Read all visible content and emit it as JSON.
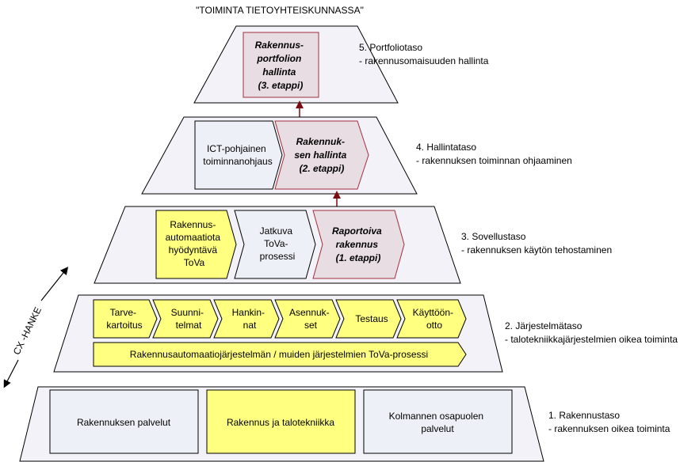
{
  "title": "\"TOIMINTA TIETOYHTEISKUNNASSA\"",
  "colors": {
    "trapezoid_fill": "#f2f2f8",
    "box_gray": "#eef0f7",
    "box_yellow": "#ffff80",
    "box_rose": "#e8dde2",
    "rose_stroke": "#a0303a",
    "arrow": "#7b0a12",
    "outline": "#000000"
  },
  "tiers": [
    {
      "level_label": "5. Portfoliotaso",
      "level_desc": "- rakennusomaisuuden hallinta",
      "boxes": [
        {
          "lines": [
            "Rakennus-",
            "portfolion",
            "hallinta",
            "(3. etappi)"
          ]
        }
      ]
    },
    {
      "level_label": "4. Hallintataso",
      "level_desc": "- rakennuksen toiminnan ohjaaminen",
      "boxes": [
        {
          "lines": [
            "ICT-pohjainen",
            "toiminnanohjaus"
          ]
        },
        {
          "lines": [
            "Rakennuk-",
            "sen hallinta",
            "(2. etappi)"
          ]
        }
      ]
    },
    {
      "level_label": "3. Sovellustaso",
      "level_desc": "- rakennuksen käytön tehostaminen",
      "boxes": [
        {
          "lines": [
            "Rakennus-",
            "automaatiota",
            "hyödyntävä",
            "ToVa"
          ]
        },
        {
          "lines": [
            "Jatkuva",
            "ToVa-",
            "prosessi"
          ]
        },
        {
          "lines": [
            "Raportoiva",
            "rakennus",
            "(1. etappi)"
          ]
        }
      ]
    },
    {
      "level_label": "2. Järjestelmätaso",
      "level_desc": "- talotekniikkajärjestelmien oikea toiminta",
      "chevrons": [
        {
          "lines": [
            "Tarve-",
            "kartoitus"
          ]
        },
        {
          "lines": [
            "Suunni-",
            "telmat"
          ]
        },
        {
          "lines": [
            "Hankin-",
            "nat"
          ]
        },
        {
          "lines": [
            "Asennuk-",
            "set"
          ]
        },
        {
          "lines": [
            "Testaus"
          ]
        },
        {
          "lines": [
            "Käyttöön-",
            "otto"
          ]
        }
      ],
      "process_bar": "Rakennusautomaatiojärjestelmän / muiden järjestelmien ToVa-prosessi"
    },
    {
      "level_label": "1. Rakennustaso",
      "level_desc": "- rakennuksen oikea toiminta",
      "boxes": [
        {
          "lines": [
            "Rakennuksen palvelut"
          ]
        },
        {
          "lines": [
            "Rakennus ja talotekniikka"
          ]
        },
        {
          "lines": [
            "Kolmannen osapuolen",
            "palvelut"
          ]
        }
      ]
    }
  ],
  "side_label": "CX -HANKE"
}
